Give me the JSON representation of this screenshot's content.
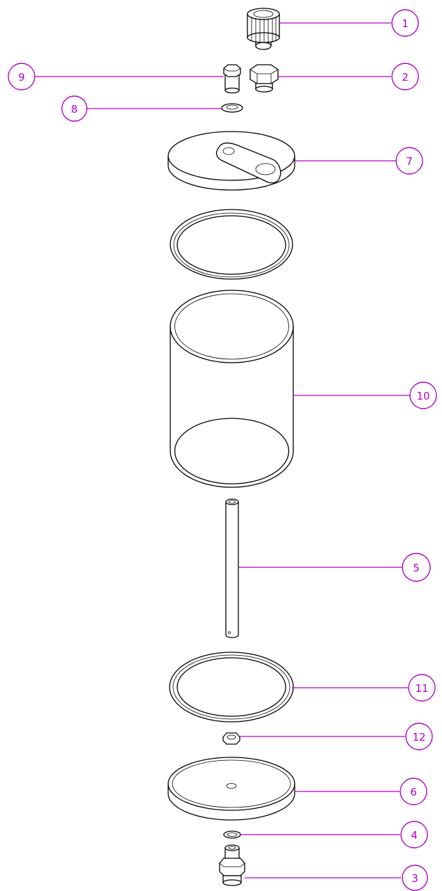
{
  "callouts": {
    "c1": "1",
    "c2": "2",
    "c3": "3",
    "c4": "4",
    "c5": "5",
    "c6": "6",
    "c7": "7",
    "c8": "8",
    "c9": "9",
    "c10": "10",
    "c11": "11",
    "c12": "12"
  },
  "colors": {
    "callout": "#b000c8",
    "linework": "#000000",
    "background": "#ffffff"
  }
}
